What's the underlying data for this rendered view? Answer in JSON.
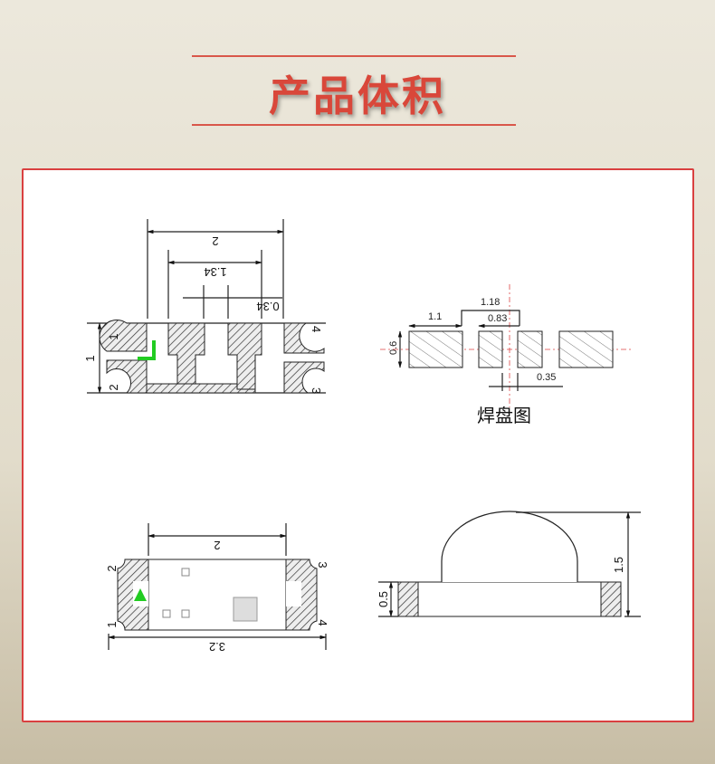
{
  "title": "产品体积",
  "colors": {
    "accent": "#d9473a",
    "border": "#d94040",
    "led_green": "#22cc22"
  },
  "top_view": {
    "dims": {
      "width": "2",
      "inner": "1.34",
      "gap": "0.34",
      "height": "1"
    },
    "pins": [
      "1",
      "2",
      "3",
      "4"
    ]
  },
  "pad_layout": {
    "caption": "焊盘图",
    "dims": {
      "pad_width": "1.1",
      "pitch": "1.18",
      "inner": "0.83",
      "pad_height": "0.6",
      "gap": "0.35"
    }
  },
  "bottom_view": {
    "dims": {
      "body": "2",
      "total": "3.2"
    },
    "pins": [
      "2",
      "3",
      "1",
      "4"
    ]
  },
  "side_view": {
    "dims": {
      "height": "1.5",
      "base": "0.5"
    }
  }
}
